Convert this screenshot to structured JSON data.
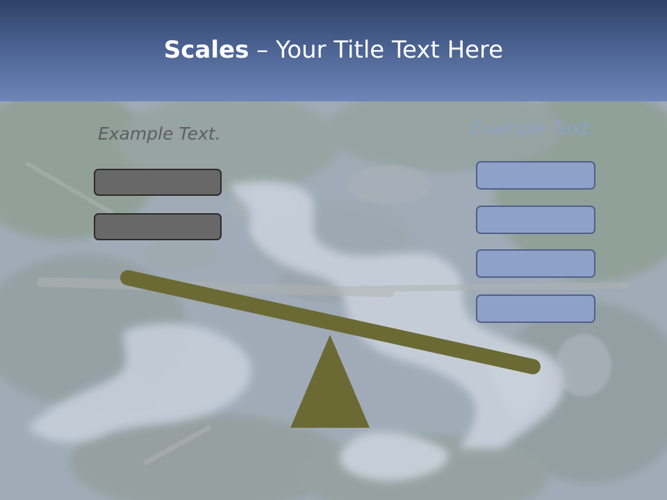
{
  "slide": {
    "title_bold": "Scales",
    "title_rest": " – Your Title Text Here",
    "left_label": "Example Text.",
    "right_label": "Example Text."
  },
  "colors": {
    "title_bar_top": "#2f4166",
    "title_bar_bottom": "#6d86b8",
    "left_box_fill": "#686868",
    "right_box_fill": "#8ea1c8",
    "scale_color": "#6b6a35"
  }
}
